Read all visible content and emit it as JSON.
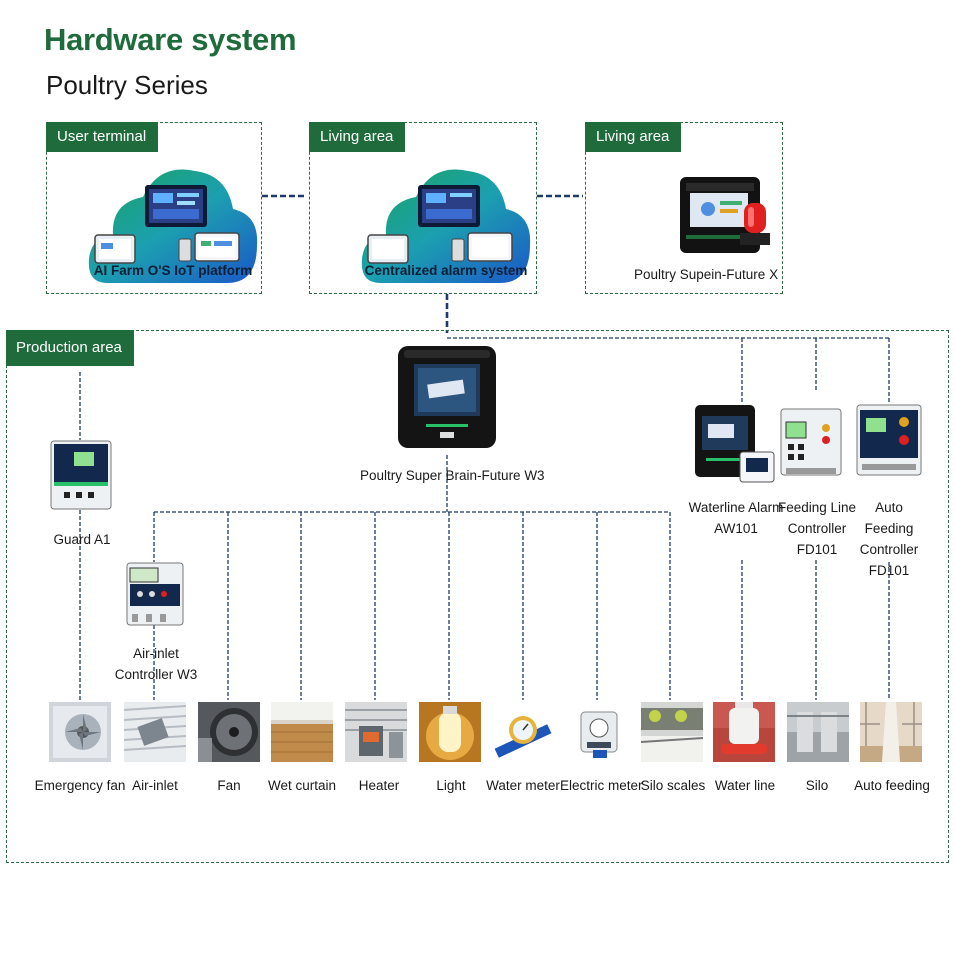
{
  "header": {
    "title": "Hardware system",
    "subtitle": "Poultry Series"
  },
  "top_boxes": [
    {
      "tag": "User terminal",
      "caption": "AI Farm O'S IoT platform"
    },
    {
      "tag": "Living area",
      "caption": "Centralized alarm system"
    },
    {
      "tag": "Living area",
      "caption": "Poultry Supein-Future X"
    }
  ],
  "production": {
    "tag": "Production area",
    "central_device": "Poultry Super Brain-Future W3",
    "guard": "Guard A1",
    "air_inlet_controller": [
      "Air-inlet",
      "Controller W3"
    ],
    "right_devices": [
      {
        "lines": [
          "Waterline Alarm",
          "AW101"
        ]
      },
      {
        "lines": [
          "Feeding Line",
          "Controller FD101"
        ]
      },
      {
        "lines": [
          "Auto Feeding",
          "Controller",
          "FD101"
        ]
      }
    ],
    "endpoints": [
      "Emergency fan",
      "Air-inlet",
      "Fan",
      "Wet curtain",
      "Heater",
      "Light",
      "Water meter",
      "Electric meter",
      "Silo scales",
      "Water line",
      "Silo",
      "Auto feeding"
    ]
  },
  "colors": {
    "brand_green": "#1f6b3c",
    "connector_blue": "#1d3a6b"
  }
}
